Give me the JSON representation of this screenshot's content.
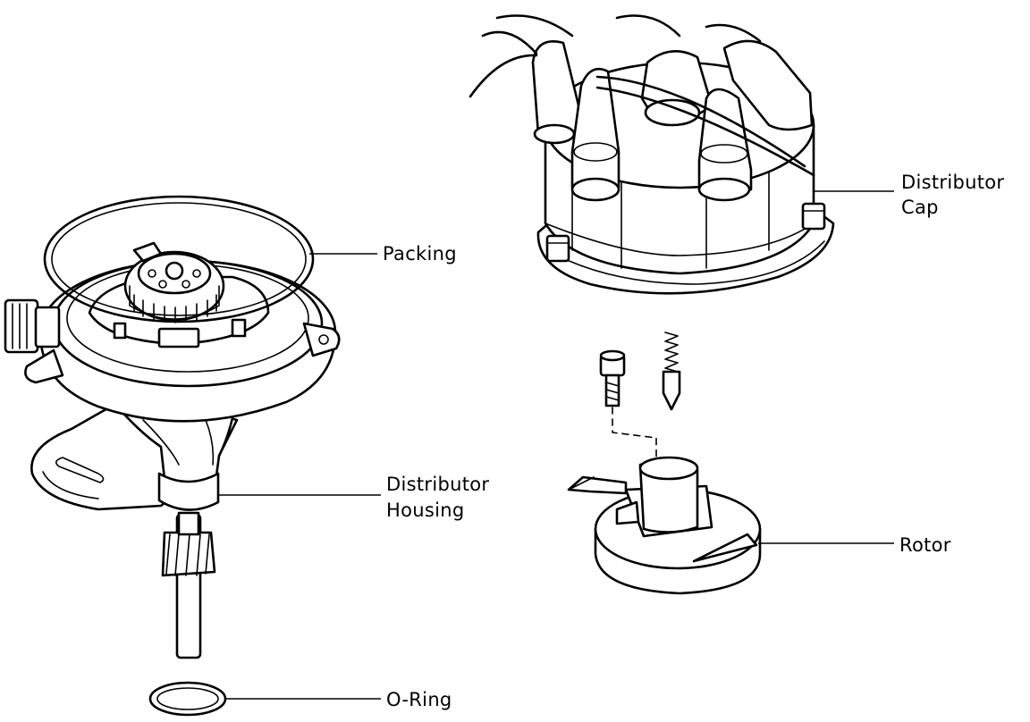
{
  "labels": {
    "packing": "Packing",
    "distributor_cap_line1": "Distributor",
    "distributor_cap_line2": "Cap",
    "distributor_housing_line1": "Distributor",
    "distributor_housing_line2": "Housing",
    "rotor": "Rotor",
    "o_ring": "O-Ring"
  }
}
